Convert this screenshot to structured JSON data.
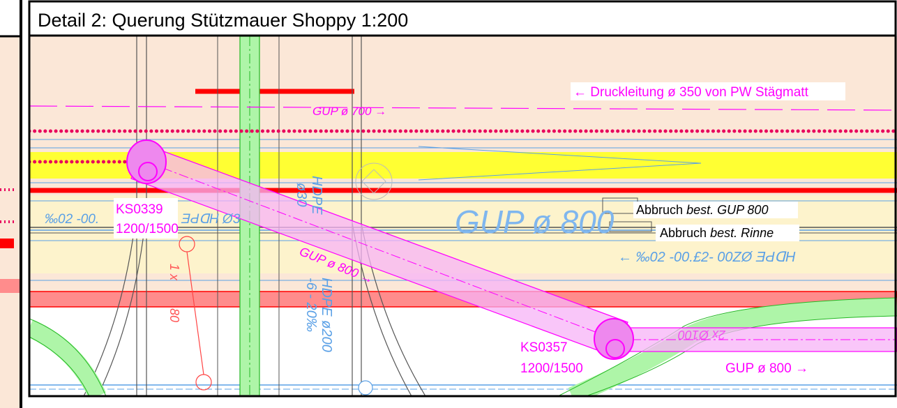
{
  "title": "Detail 2: Querung Stützmauer Shoppy  1:200",
  "colors": {
    "background": "#fbe7d7",
    "yellow_band": "#ffff33",
    "cream_band": "#fdf3cc",
    "red_line": "#ff0000",
    "pink_band": "#ff8c8c",
    "magenta": "#ff00ff",
    "magenta_fill": "#f7b3f7",
    "green_fill": "#aef5a8",
    "green_line": "#23b823",
    "blue_line": "#5aa0e6",
    "dotted_red": "#e8005c",
    "grey_line": "#555555"
  },
  "labels": {
    "gup700": "GUP ø 700 →",
    "druckleitung": "← Druckleitung ø 350 von PW Stägmatt",
    "ks0339_id": "KS0339",
    "ks0339_dim": "1200/1500",
    "ks0357_id": "KS0357",
    "ks0357_dim": "1200/1500",
    "gup800_diag": "GUP ø 800 →",
    "gup800_big": "GUP ø 800",
    "gup800_right": "GUP ø 800 →",
    "abbruch_gup_prefix": "Abbruch",
    "abbruch_gup_rest": "best. GUP 800",
    "abbruch_rinne_prefix": "Abbruch",
    "abbruch_rinne_rest": "best. Rinne",
    "hdpe_right": "← ‰02 -00.£2-   00ZØ ƎԀᗡH",
    "hdpe_left": "‰02 -00.",
    "hdpe_left2": "ƎԀᗡH Ø3",
    "hdpe_vert1": "HDPE",
    "hdpe_vert2": "ø30",
    "hdpe_vert3": "HDPE ø200",
    "hdpe_vert4": "-6 - 20‰",
    "red_vert": "1 x",
    "red_vert2": "80",
    "twox100": "2x Ø100"
  }
}
